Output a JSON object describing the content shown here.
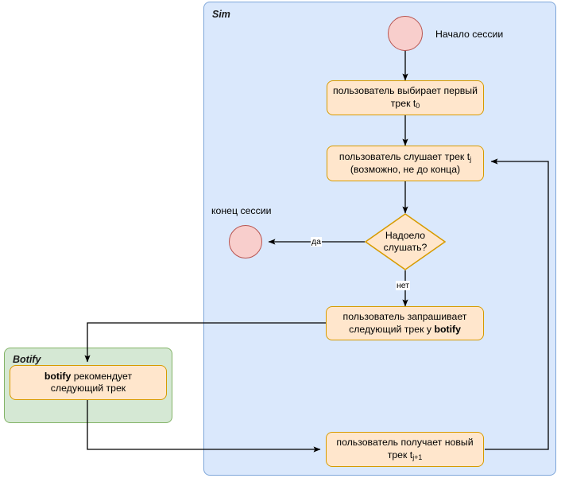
{
  "diagram": {
    "type": "flowchart",
    "title": "",
    "pools": [
      {
        "id": "sim",
        "label": "Sim",
        "fill": "#dae8fc",
        "stroke": "#7ea6d9"
      },
      {
        "id": "botify",
        "label": "Botify",
        "fill": "#d5e8d4",
        "stroke": "#82b366"
      }
    ],
    "colors": {
      "process_fill": "#ffe6cc",
      "process_stroke": "#d79b00",
      "terminator_fill": "#f8cecc",
      "terminator_stroke": "#b85450",
      "decision_fill": "#ffe6cc",
      "decision_stroke": "#d79b00",
      "edge": "#000000",
      "background": "#ffffff"
    },
    "nodes": {
      "start_circle": {
        "shape": "circle",
        "label": ""
      },
      "start_caption": {
        "text": "Начало сессии"
      },
      "choose_first": {
        "shape": "process",
        "line1": "пользователь выбирает первый",
        "line2_pre": "трек t",
        "line2_sub": "0"
      },
      "listen": {
        "shape": "process",
        "line1_pre": "пользователь слушает трек t",
        "line1_sub": "j",
        "line2": "(возможно, не до конца)"
      },
      "decision": {
        "shape": "diamond",
        "line1": "Надоело",
        "line2": "слушать?"
      },
      "end_circle": {
        "shape": "circle",
        "label": ""
      },
      "end_caption": {
        "text": "конец сессии"
      },
      "request_next": {
        "shape": "process",
        "line1": "пользователь запрашивает",
        "line2_pre": "следующий трек у ",
        "line2_bold": "botify"
      },
      "botify_recommends": {
        "shape": "process",
        "line1_bold": "botify",
        "line1_post": " рекомендует",
        "line2": "следующий трек"
      },
      "receive_new": {
        "shape": "process",
        "line1": "пользователь получает новый",
        "line2_pre": "трек t",
        "line2_sub": "j+1"
      }
    },
    "edge_labels": {
      "yes": "да",
      "no": "нет"
    }
  }
}
